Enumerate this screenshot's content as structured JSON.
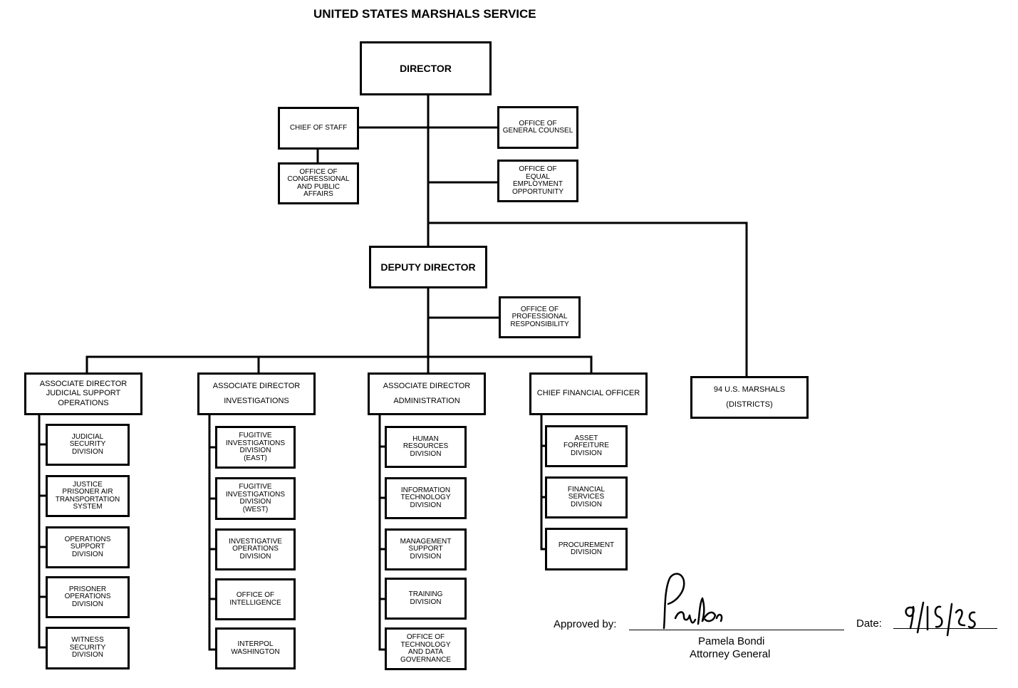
{
  "title": "UNITED STATES MARSHALS SERVICE",
  "boxes": {
    "director": "DIRECTOR",
    "chief_of_staff": "CHIEF OF STAFF",
    "office_congressional": "OFFICE OF\nCONGRESSIONAL\nAND PUBLIC\nAFFAIRS",
    "general_counsel": "OFFICE OF\nGENERAL COUNSEL",
    "equal_employment": "OFFICE OF\nEQUAL\nEMPLOYMENT\nOPPORTUNITY",
    "deputy_director": "DEPUTY DIRECTOR",
    "professional_responsibility": "OFFICE OF\nPROFESSIONAL\nRESPONSIBILITY",
    "assoc_judicial": "ASSOCIATE DIRECTOR\nJUDICIAL SUPPORT\nOPERATIONS",
    "assoc_investigations": "ASSOCIATE DIRECTOR\nINVESTIGATIONS",
    "assoc_administration": "ASSOCIATE DIRECTOR\nADMINISTRATION",
    "cfo": "CHIEF FINANCIAL OFFICER",
    "marshals": "94 U.S. MARSHALS\n(DISTRICTS)",
    "judicial_security": "JUDICIAL\nSECURITY\nDIVISION",
    "jpats": "JUSTICE\nPRISONER AIR\nTRANSPORTATION\nSYSTEM",
    "operations_support": "OPERATIONS\nSUPPORT\nDIVISION",
    "prisoner_operations": "PRISONER\nOPERATIONS\nDIVISION",
    "witness_security": "WITNESS\nSECURITY\nDIVISION",
    "fugitive_east": "FUGITIVE\nINVESTIGATIONS\nDIVISION\n(EAST)",
    "fugitive_west": "FUGITIVE\nINVESTIGATIONS\nDIVISION\n(WEST)",
    "investigative_operations": "INVESTIGATIVE\nOPERATIONS\nDIVISION",
    "office_intelligence": "OFFICE OF\nINTELLIGENCE",
    "interpol": "INTERPOL\nWASHINGTON",
    "human_resources": "HUMAN\nRESOURCES\nDIVISION",
    "information_technology": "INFORMATION\nTECHNOLOGY\nDIVISION",
    "management_support": "MANAGEMENT\nSUPPORT\nDIVISION",
    "training": "TRAINING\nDIVISION",
    "technology_data": "OFFICE OF\nTECHNOLOGY\nAND DATA\nGOVERNANCE",
    "asset_forfeiture": "ASSET\nFORFEITURE\nDIVISION",
    "financial_services": "FINANCIAL\nSERVICES\nDIVISION",
    "procurement": "PROCUREMENT\nDIVISION"
  },
  "approval": {
    "approved_by_label": "Approved by:",
    "signature": "Pam Bondi",
    "name": "Pamela Bondi",
    "role": "Attorney General",
    "date_label": "Date:",
    "date_value": "9/15/25"
  }
}
